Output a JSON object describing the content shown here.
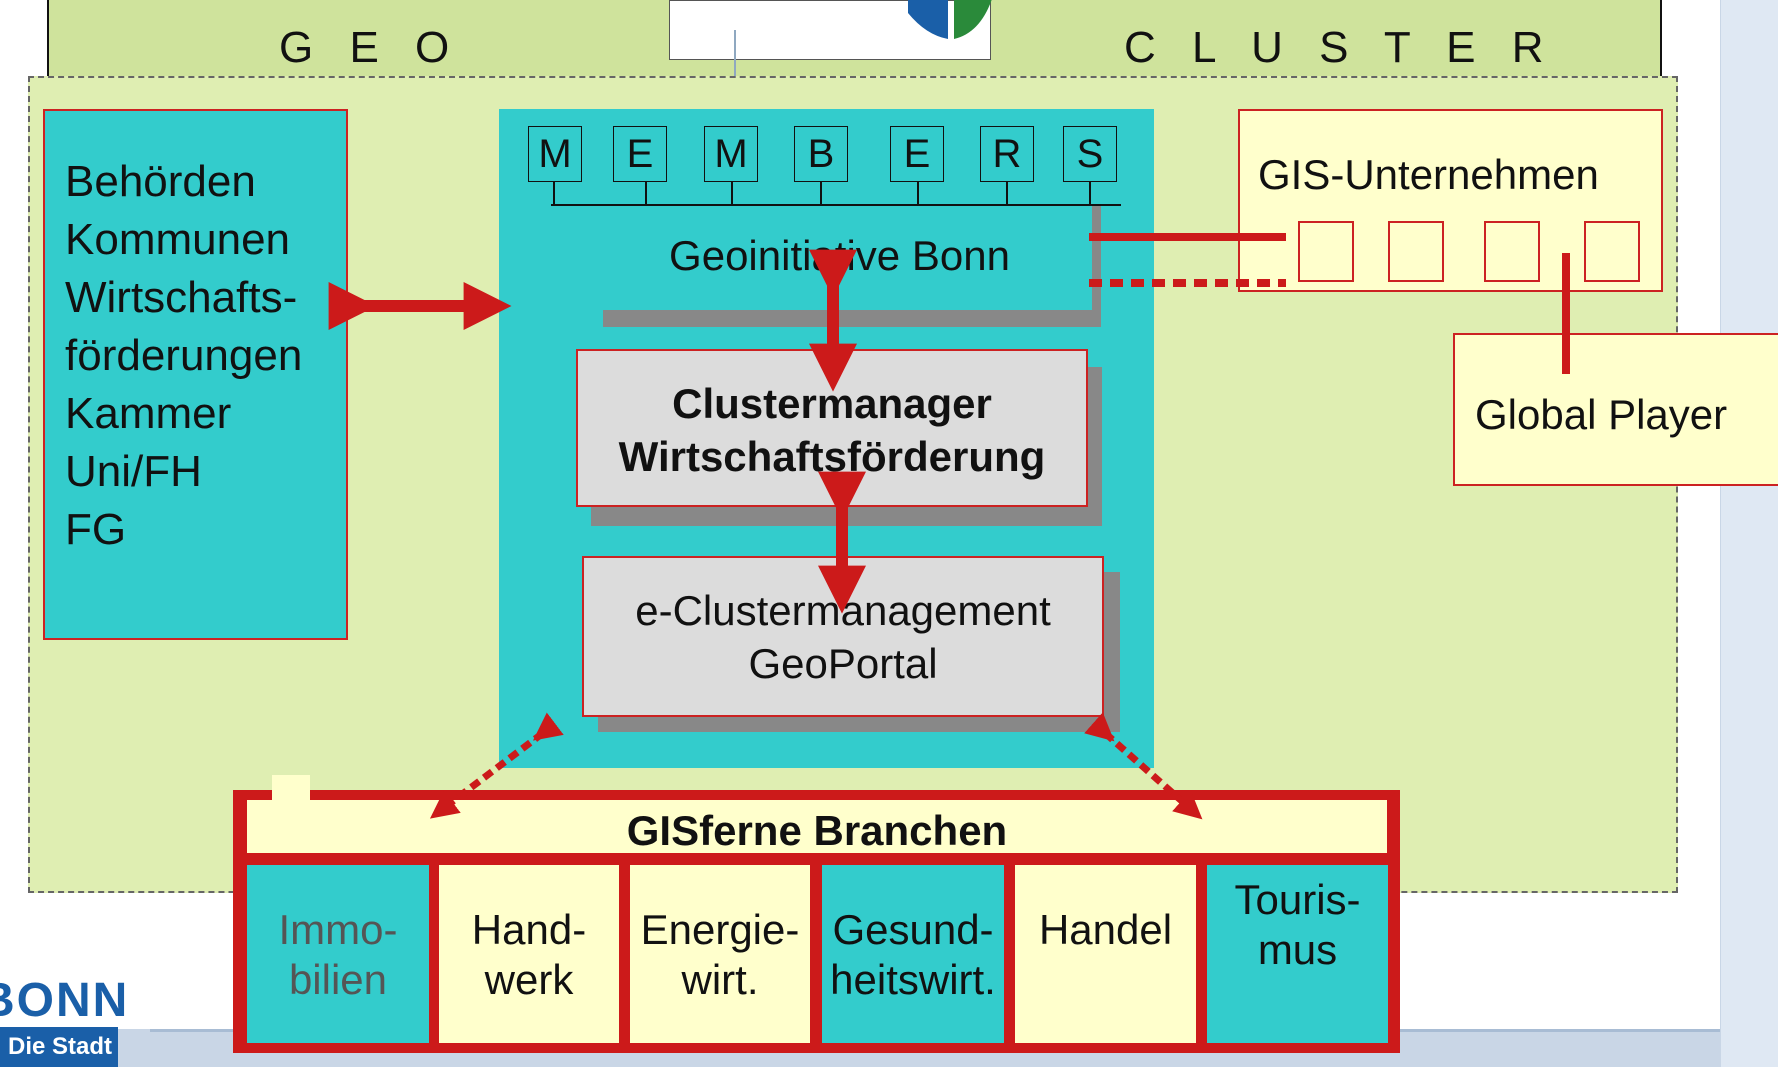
{
  "banner": {
    "left_word": "G E O",
    "right_word": "C L U S T E R"
  },
  "left_box": {
    "lines": [
      "Behörden",
      "Kommunen",
      "Wirtschafts-",
      "förderungen",
      "Kammer",
      "Uni/FH",
      "FG"
    ]
  },
  "members": [
    "M",
    "E",
    "M",
    "B",
    "E",
    "R",
    "S"
  ],
  "geoinitiative": "Geoinitiative Bonn",
  "clustermanager": {
    "line1": "Clustermanager",
    "line2": "Wirtschaftsförderung"
  },
  "ecluster": {
    "line1": "e-Clustermanagement",
    "line2": "GeoPortal"
  },
  "gis": {
    "title": "GIS-Unternehmen",
    "global_player": "Global Player"
  },
  "branches": {
    "title": "GISferne Branchen",
    "cells": [
      {
        "lines": [
          "Immo-",
          "bilien"
        ],
        "color": "#33cccc",
        "text_color": "#555555"
      },
      {
        "lines": [
          "Hand-",
          "werk"
        ],
        "color": "#ffffcc",
        "text_color": "#111111"
      },
      {
        "lines": [
          "Energie-",
          "wirt."
        ],
        "color": "#ffffcc",
        "text_color": "#111111"
      },
      {
        "lines": [
          "Gesund-",
          "heitswirt."
        ],
        "color": "#33cccc",
        "text_color": "#111111"
      },
      {
        "lines": [
          "Handel"
        ],
        "color": "#ffffcc",
        "text_color": "#111111"
      },
      {
        "lines": [
          "Touris-",
          "mus"
        ],
        "color": "#33cccc",
        "text_color": "#111111"
      }
    ]
  },
  "footer": {
    "logo_text": "BONN",
    "logo_subtext": "Die Stadt"
  },
  "colors": {
    "cyan": "#33cccc",
    "red": "#cc2222",
    "banner_green": "#cfe39c",
    "area_green": "#dfeeb2",
    "cream": "#ffffcc",
    "grey": "#dcdcdc",
    "logo_blue": "#1a5fa8"
  }
}
